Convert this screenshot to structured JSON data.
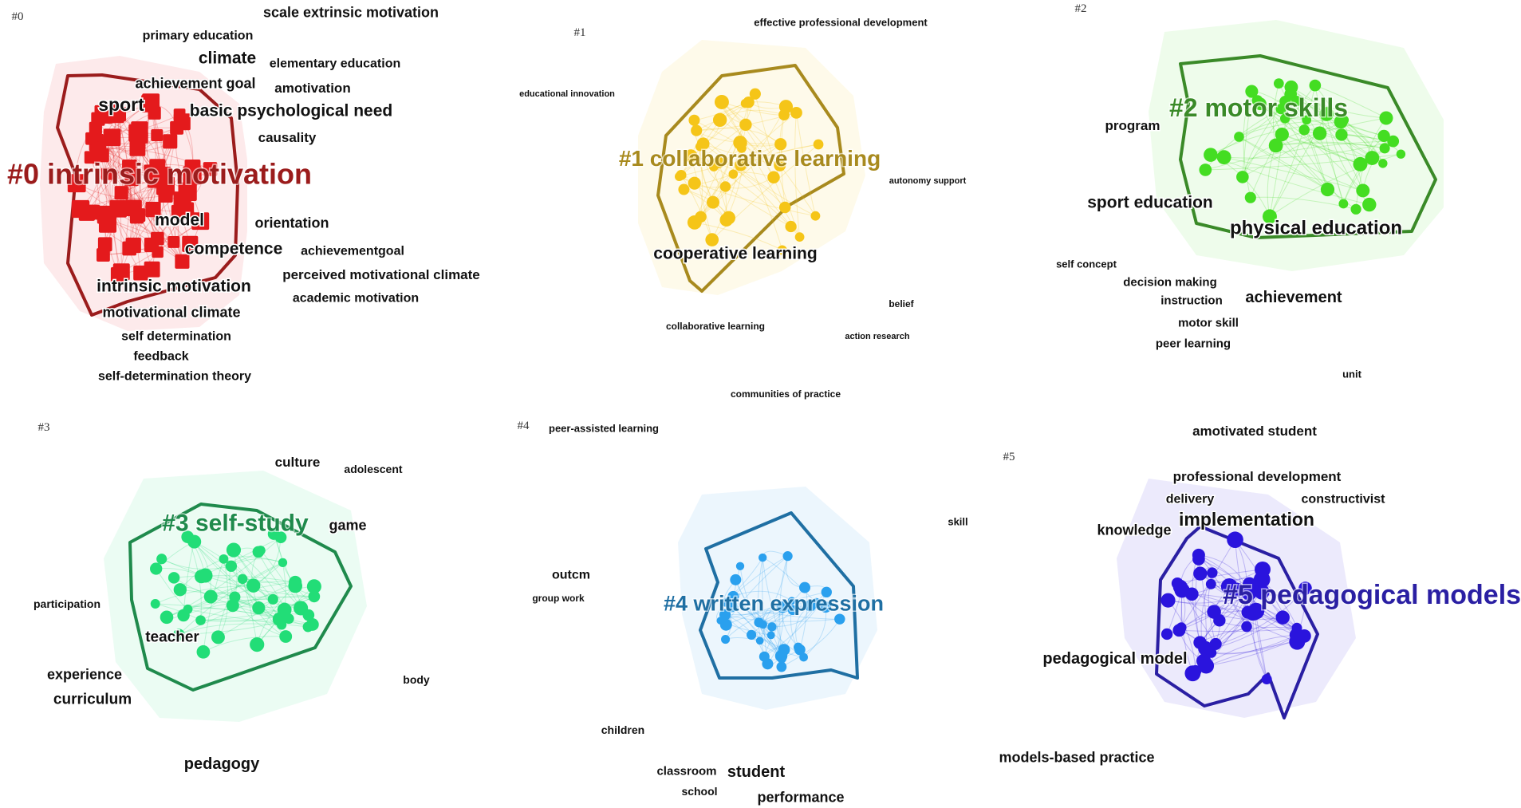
{
  "clusters": [
    {
      "id": "#0",
      "title": "#0 intrinsic motivation",
      "color": "#e41a1c",
      "dark": "#9b1c1c",
      "keywords": [
        "scale extrinsic motivation",
        "primary education",
        "climate",
        "elementary education",
        "achievement goal",
        "amotivation",
        "sport",
        "basic psychological need",
        "causality",
        "model",
        "orientation",
        "competence",
        "achievementgoal",
        "perceived motivational climate",
        "intrinsic motivation",
        "academic motivation",
        "motivational climate",
        "self determination",
        "feedback",
        "self-determination theory"
      ]
    },
    {
      "id": "#1",
      "title": "#1 collaborative learning",
      "color": "#f5c518",
      "dark": "#a88a1e",
      "keywords": [
        "effective professional development",
        "educational innovation",
        "autonomy support",
        "cooperative learning",
        "belief",
        "collaborative learning",
        "action research",
        "communities of practice"
      ]
    },
    {
      "id": "#2",
      "title": "#2 motor skills",
      "color": "#44dd22",
      "dark": "#3a8a28",
      "keywords": [
        "program",
        "sport education",
        "physical education",
        "self concept",
        "decision making",
        "instruction",
        "achievement",
        "motor skill",
        "peer learning",
        "unit"
      ]
    },
    {
      "id": "#3",
      "title": "#3 self-study",
      "color": "#22dd77",
      "dark": "#1f8a4c",
      "keywords": [
        "culture",
        "adolescent",
        "game",
        "participation",
        "teacher",
        "experience",
        "curriculum",
        "body",
        "pedagogy"
      ]
    },
    {
      "id": "#4",
      "title": "#4 written expression",
      "color": "#2aa0ee",
      "dark": "#1f6fa3",
      "keywords": [
        "peer-assisted learning",
        "skill",
        "outcm",
        "group work",
        "children",
        "classroom",
        "student",
        "school",
        "performance"
      ]
    },
    {
      "id": "#5",
      "title": "#5 pedagogical models",
      "color": "#2a14dd",
      "dark": "#2a1fa3",
      "keywords": [
        "amotivated student",
        "professional development",
        "delivery",
        "constructivist",
        "knowledge",
        "implementation",
        "pedagogical model",
        "models-based practice"
      ]
    }
  ]
}
